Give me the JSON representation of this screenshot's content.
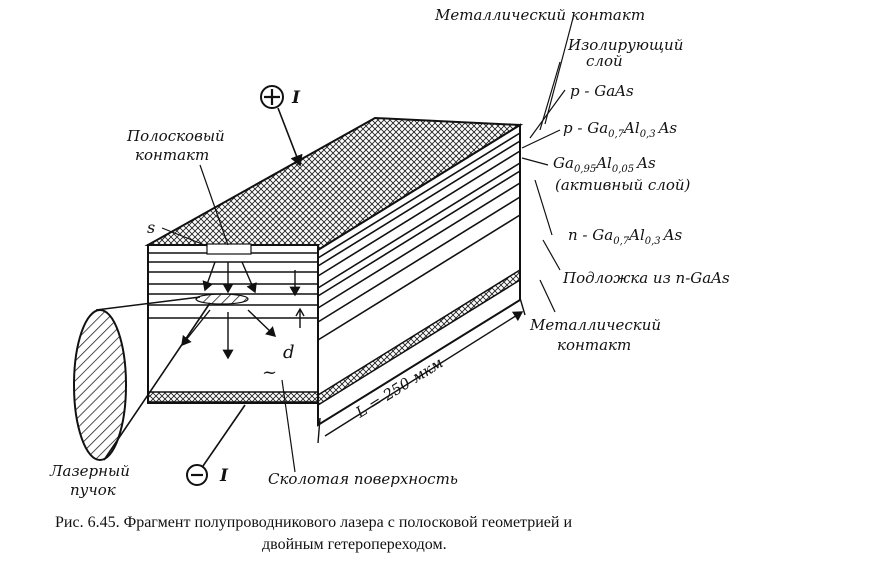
{
  "labels": {
    "metal_contact_top": "Металлический контакт",
    "insulating_layer_1": "Изолирующий",
    "insulating_layer_2": "слой",
    "p_gaas": "p - GaAs",
    "p_gaalas_main": "p - Ga",
    "p_gaalas_sub1": "0,7",
    "p_gaalas_mid": "Al",
    "p_gaalas_sub2": "0,3",
    "p_gaalas_end": "As",
    "active_main": "Ga",
    "active_sub1": "0,95",
    "active_mid": "Al",
    "active_sub2": "0,05",
    "active_end": "As",
    "active_note": "(активный слой)",
    "n_gaalas_main": "n - Ga",
    "n_gaalas_sub1": "0,7",
    "n_gaalas_mid": "Al",
    "n_gaalas_sub2": "0,3",
    "n_gaalas_end": "As",
    "substrate": "Подложка из n-GaAs",
    "metal_contact_bottom_1": "Металлический",
    "metal_contact_bottom_2": "контакт",
    "stripe_contact_1": "Полосковый",
    "stripe_contact_2": "контакт",
    "s_label": "s",
    "d_label": "d",
    "length_label": "L = 250 мкм",
    "plus_current": "I",
    "minus_current": "I",
    "laser_beam_1": "Лазерный",
    "laser_beam_2": "пучок",
    "cleaved_surface": "Сколотая поверхность"
  },
  "caption": {
    "line1": "Рис. 6.45. Фрагмент полупроводникового лазера с полосковой геометрией и",
    "line2": "двойным гетеропереходом."
  }
}
